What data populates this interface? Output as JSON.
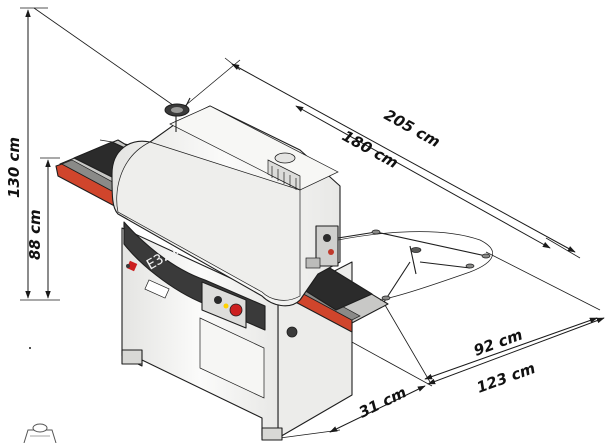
{
  "model_label": "E321",
  "dimensions": {
    "length_overall": "205 cm",
    "length_rail": "180 cm",
    "height_overall": "130 cm",
    "height_table": "88 cm",
    "depth_overall": "123 cm",
    "depth_arm": "92 cm",
    "depth_front": "31 cm"
  },
  "colors": {
    "rail_red": "#d0452c",
    "body_white": "#f4f4f2",
    "panel_dark": "#3a3a3a",
    "stop_button": "#cc1f1f"
  }
}
